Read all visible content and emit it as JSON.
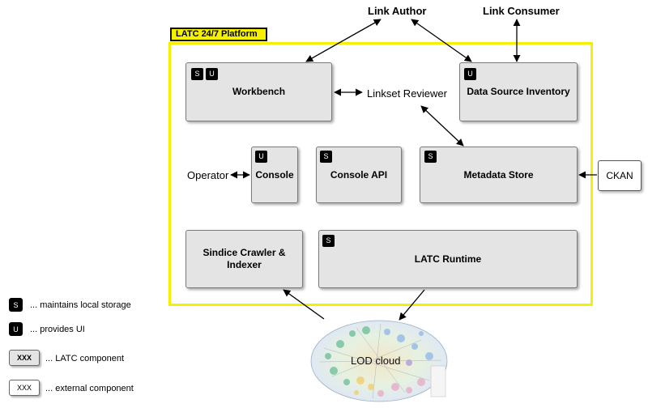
{
  "top": {
    "link_author": "Link Author",
    "link_consumer": "Link Consumer"
  },
  "platform": {
    "label": "LATC 24/7 Platform"
  },
  "components": {
    "workbench": {
      "label": "Workbench",
      "badges": [
        "S",
        "U"
      ]
    },
    "data_source_inventory": {
      "label": "Data Source Inventory",
      "badges": [
        "U"
      ]
    },
    "console": {
      "label": "Console",
      "badges": [
        "U"
      ]
    },
    "console_api": {
      "label": "Console API",
      "badges": [
        "S"
      ]
    },
    "metadata_store": {
      "label": "Metadata Store",
      "badges": [
        "S"
      ]
    },
    "sindice": {
      "label": "Sindice Crawler & Indexer"
    },
    "latc_runtime": {
      "label": "LATC Runtime",
      "badges": [
        "S"
      ]
    }
  },
  "actors": {
    "linkset_reviewer": "Linkset Reviewer",
    "operator": "Operator",
    "ckan": "CKAN"
  },
  "cloud": {
    "label": "LOD cloud"
  },
  "legend": [
    {
      "key": "S",
      "text": "... maintains local storage"
    },
    {
      "key": "U",
      "text": "... provides UI"
    },
    {
      "key": "XXX",
      "text": "... LATC component"
    },
    {
      "key": "XXX",
      "text": "... external component"
    }
  ],
  "colors": {
    "platform_border": "#f4f000",
    "component_fill": "#e4e4e4",
    "badge_fill": "#000000"
  }
}
